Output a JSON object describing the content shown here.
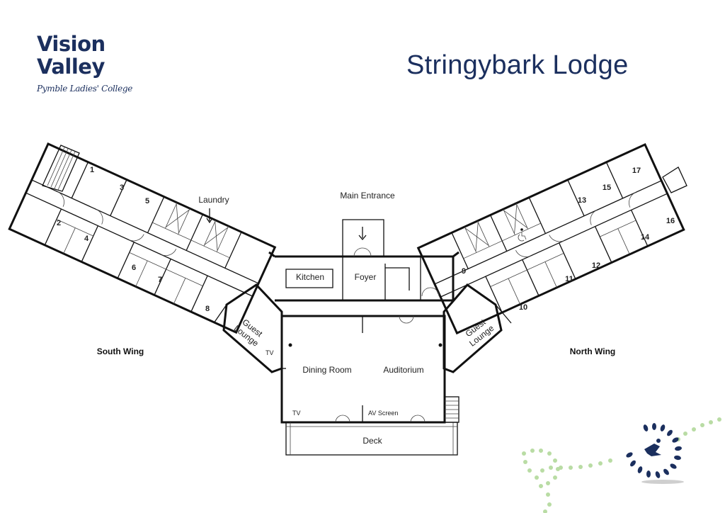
{
  "brand": {
    "line1": "Vision",
    "line2": "Valley",
    "line3": "Pymble Ladies' College"
  },
  "title": "Stringybark Lodge",
  "labels": {
    "laundry": "Laundry",
    "main_entrance": "Main Entrance",
    "kitchen": "Kitchen",
    "foyer": "Foyer",
    "guest_lounge_1": "Guest",
    "guest_lounge_2": "Lounge",
    "dining_room": "Dining Room",
    "auditorium": "Auditorium",
    "tv": "TV",
    "av_screen": "AV Screen",
    "deck": "Deck",
    "south_wing": "South Wing",
    "north_wing": "North Wing"
  },
  "rooms": [
    "1",
    "2",
    "3",
    "4",
    "5",
    "6",
    "7",
    "8",
    "9",
    "10",
    "11",
    "12",
    "13",
    "14",
    "15",
    "16",
    "17"
  ],
  "colors": {
    "brand": "#1b2f5e",
    "accent_green": "#b9dca4",
    "accent_navy": "#1b2f5e"
  },
  "icons": [
    "accessible-icon",
    "stairs-icon",
    "logo-mark-icon"
  ]
}
